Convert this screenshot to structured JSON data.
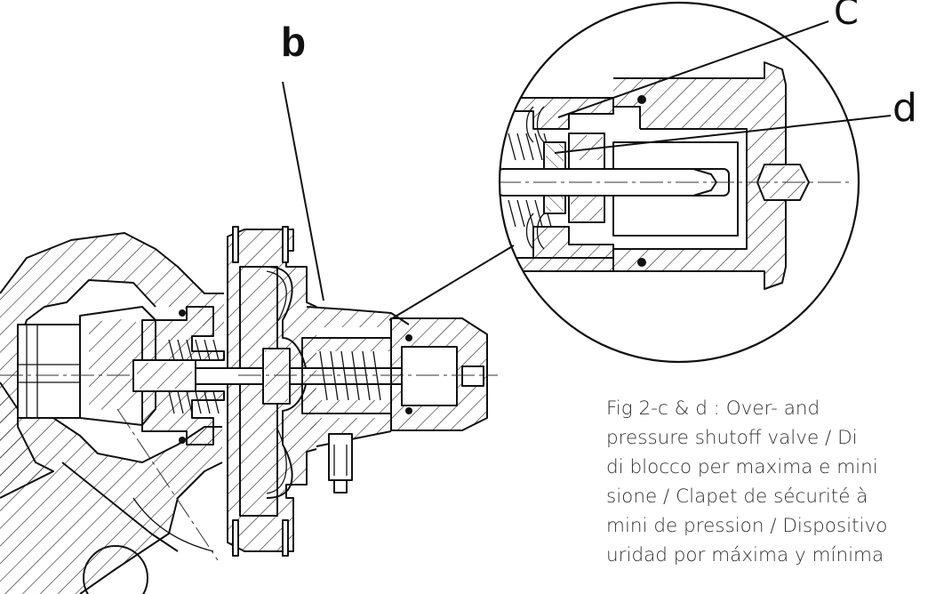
{
  "labels": {
    "b": "b",
    "c": "C",
    "d": "d"
  },
  "caption": {
    "lines": [
      "Fig 2-c & d : Over- and",
      "pressure shutoff valve / Di",
      "di blocco per maxima e mini",
      "sione / Clapet de sécurité à",
      "mini de pression / Dispositivo",
      "uridad por máxima y mínima"
    ]
  }
}
